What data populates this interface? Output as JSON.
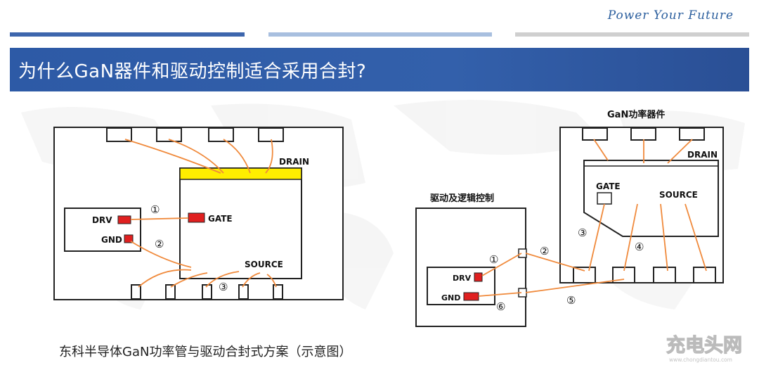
{
  "header": {
    "slogan": "Power Your Future",
    "title": "为什么GaN器件和驱动控制适合采用合封?"
  },
  "left_diagram": {
    "drain_label": "DRAIN",
    "gate_label": "GATE",
    "source_label": "SOURCE",
    "drv_label": "DRV",
    "gnd_label": "GND",
    "markers": [
      "①",
      "②",
      "③"
    ]
  },
  "right_diagram": {
    "device_title": "GaN功率器件",
    "driver_title": "驱动及逻辑控制",
    "drain_label": "DRAIN",
    "gate_label": "GATE",
    "source_label": "SOURCE",
    "drv_label": "DRV",
    "gnd_label": "GND",
    "markers": [
      "①",
      "②",
      "③",
      "④",
      "⑤",
      "⑥"
    ]
  },
  "caption": "东科半导体GaN功率管与驱动合封式方案（示意图）",
  "watermark": {
    "logo_text": "充电头网",
    "url_text": "www.chongdiantou.com"
  },
  "colors": {
    "wire": "#f08a3c",
    "pad_red": "#e02020",
    "drain_bar": "#ffee00",
    "title_band": "#2d5aa6"
  }
}
